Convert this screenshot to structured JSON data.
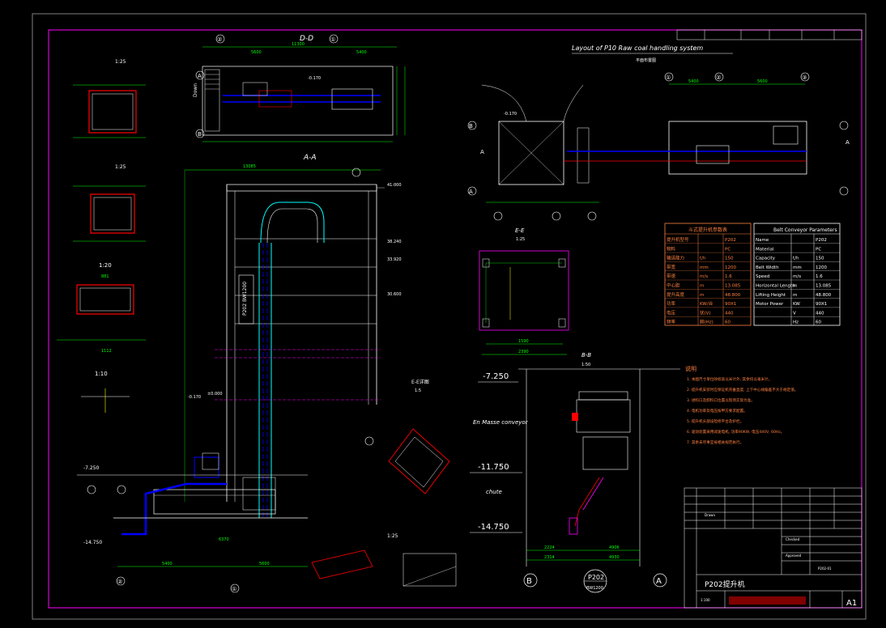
{
  "colors": {
    "background": "#000000",
    "frame": "#ff00ff",
    "dimension": "#00ff00",
    "outline": "#ffffff",
    "hidden": "#ffff00",
    "structure": "#00ffff",
    "conveyor": "#0000ff",
    "equipment": "#ff0000",
    "table_border": "#ff8040",
    "note_text": "#ff8040"
  },
  "sections": {
    "d_d": "D-D",
    "a_a": "A-A",
    "e_e": "E-E",
    "e_e_scale": "1:25",
    "b_b": "B-B",
    "b_b_scale": "1:50",
    "e_detail": "E-E详图",
    "e_detail_scale": "1:5",
    "left_detail_scale_1": "1:25",
    "left_detail_scale_2": "1:25",
    "left_detail_scale_3": "1:20",
    "left_detail_scale_4": "1:10",
    "bottom_scale": "1:25"
  },
  "layout": {
    "title": "Layout of P10 Raw coal handling system",
    "subtitle": "平面布置图",
    "down_label": "Down",
    "section_marker_a": "A"
  },
  "elevations": {
    "top_left": "-7.250",
    "mid_left": "-11.750",
    "bottom_left": "-14.750",
    "a_a_small": "-0.170",
    "a_a_zero": "±0.000",
    "left_small": "-7.250",
    "left_bottom": "-14.750",
    "top_layout": "-0.170"
  },
  "labels": {
    "en_masse": "En Masse conveyor",
    "chute": "chute",
    "p202": "P202",
    "bw": "BW1200",
    "p202_vertical": "P202 BW1200",
    "title_block_name": "P202提升机"
  },
  "axes": {
    "one": "①",
    "two": "②",
    "three": "③",
    "a": "A",
    "b": "B"
  },
  "dims": {
    "d_d_total": "11300",
    "d_d_left": "5600",
    "d_d_right": "5400",
    "layout_5400": "5400",
    "layout_5600": "5600",
    "a_a_top": "13085",
    "b_b_2224": "2224",
    "b_b_4906": "4906",
    "b_b_2314": "2314",
    "b_b_4930": "4930",
    "e_e_1590": "1590",
    "e_e_2390": "2390",
    "left_1112": "1112",
    "left_881": "881",
    "bottom_5400": "5400",
    "bottom_5600": "5600",
    "bottom_6370": "6370",
    "elev_41": "41.000",
    "elev_38": "38.240",
    "elev_33": "33.920",
    "elev_30": "30.600"
  },
  "tables": {
    "cn": {
      "title": "斗式提升机参数表",
      "rows": [
        [
          "提升机型号",
          "",
          "P202"
        ],
        [
          "物料",
          "",
          "PC"
        ],
        [
          "输送能力",
          "t/h",
          "150"
        ],
        [
          "带宽",
          "mm",
          "1200"
        ],
        [
          "带速",
          "m/s",
          "1.6"
        ],
        [
          "中心距",
          "m",
          "13.085"
        ],
        [
          "提升高度",
          "m",
          "48.800"
        ],
        [
          "功率",
          "KW/台",
          "90X1"
        ],
        [
          "电压",
          "伏(V)",
          "440"
        ],
        [
          "频率",
          "赫(Hz)",
          "60"
        ]
      ]
    },
    "en": {
      "title": "Belt Conveyor Parameters",
      "rows": [
        [
          "Name",
          "",
          "P202"
        ],
        [
          "Material",
          "",
          "PC"
        ],
        [
          "Capacity",
          "t/h",
          "150"
        ],
        [
          "Belt Width",
          "mm",
          "1200"
        ],
        [
          "Speed",
          "m/s",
          "1.6"
        ],
        [
          "Horizontal Length",
          "m",
          "13.085"
        ],
        [
          "Lifting Height",
          "m",
          "48.800"
        ],
        [
          "Motor Power",
          "KW",
          "90X1"
        ],
        [
          "",
          "V",
          "440"
        ],
        [
          "",
          "Hz",
          "60"
        ]
      ]
    }
  },
  "notes": {
    "heading": "说明",
    "lines": [
      "1. 本图尺寸单位除标高以米计外, 其余均以毫米计。",
      "2. 提升机安装时应保证机壳垂直度, 上下中心线偏差不大于规定值。",
      "3. 进料口及卸料口位置以现场实际为准。",
      "4. 电机功率及电压按甲方要求配置。",
      "5. 提升机头部设检修平台及护栏。",
      "6. 驱动装置采用减速电机, 功率90KW, 电压440V, 60Hz。",
      "7. 其余未尽事宜按相关规范执行。"
    ]
  },
  "title_block": {
    "label_drawn": "Drawn",
    "label_checked": "Checked",
    "label_approved": "Approved",
    "scale_value": "1:100",
    "sheet_size": "A1",
    "drawing_number": "P202-01"
  }
}
